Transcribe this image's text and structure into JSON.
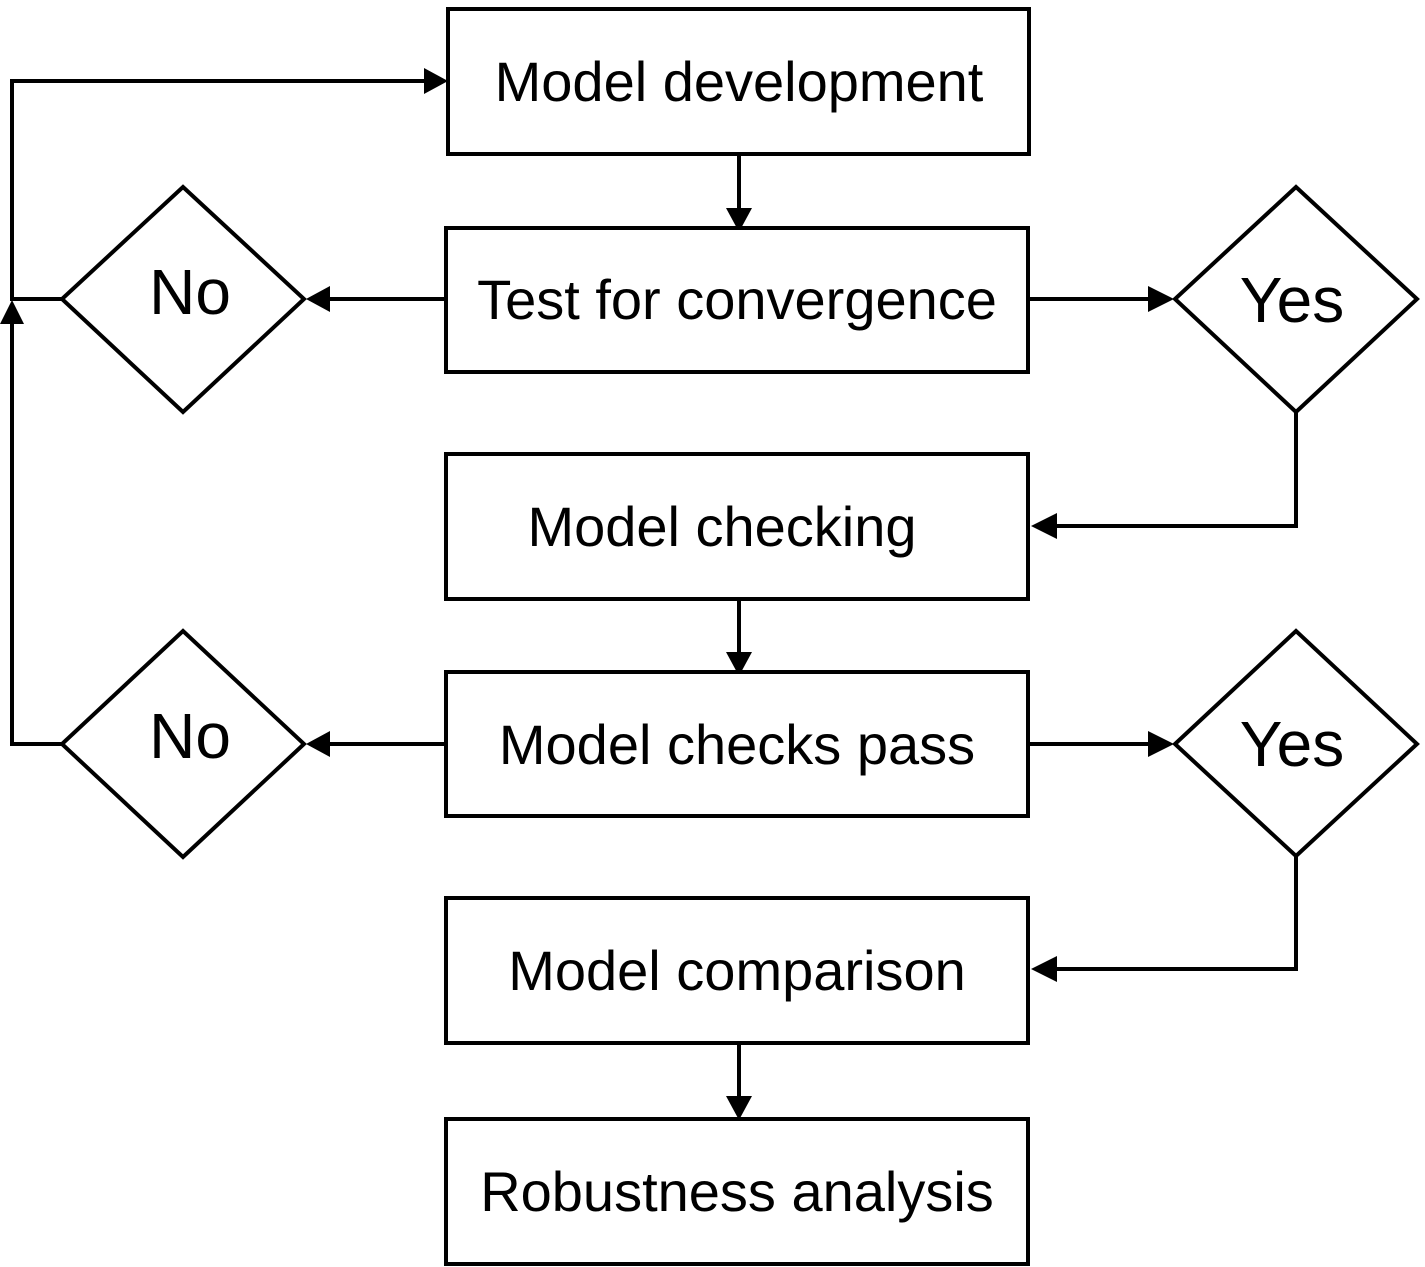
{
  "boxes": {
    "model_development": "Model development",
    "test_for_convergence": "Test for convergence",
    "model_checking": "Model checking",
    "model_checks_pass": "Model checks pass",
    "model_comparison": "Model comparison",
    "robustness_analysis": "Robustness analysis"
  },
  "decisions": {
    "convergence_no": "No",
    "convergence_yes": "Yes",
    "checks_no": "No",
    "checks_yes": "Yes"
  }
}
